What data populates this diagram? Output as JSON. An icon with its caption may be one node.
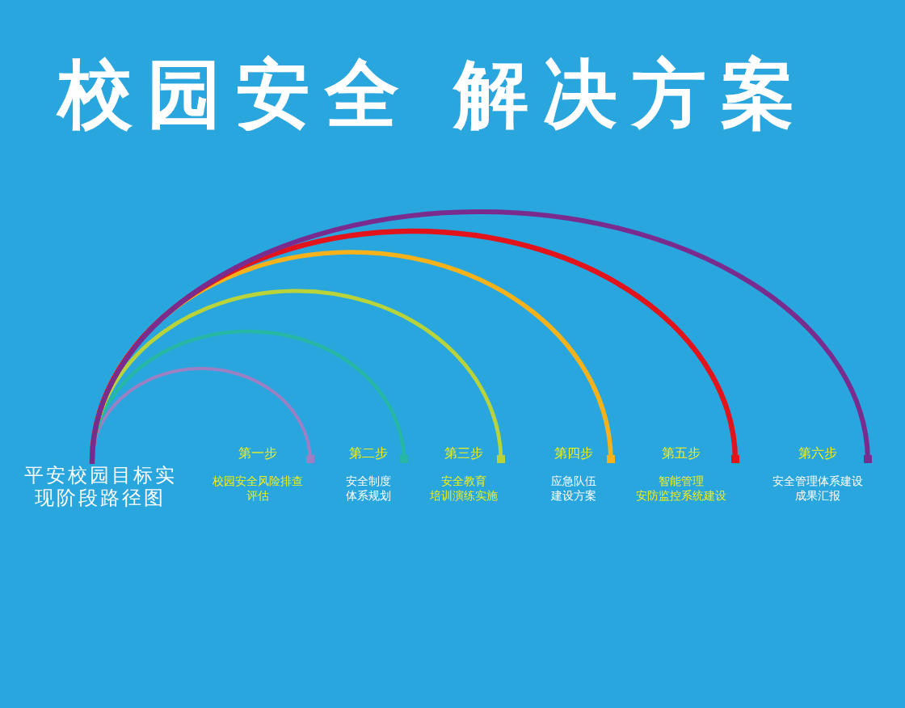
{
  "diagram": {
    "title": "校园安全 解决方案",
    "nodes": [
      {
        "text": [
          "平安校园目标实现阶段路径图"
        ]
      },
      {
        "text": [
          "第一步",
          "校园安全风险排查评估"
        ]
      },
      {
        "text": [
          "第二步",
          "安全制度",
          "体系规划"
        ]
      },
      {
        "text": [
          "第三步",
          "安全教育",
          "培训演练实施"
        ]
      },
      {
        "text": [
          "第四步",
          "应急队伍",
          "建设方案"
        ]
      },
      {
        "text": [
          "第五步",
          "智能管理",
          "安防监控系统建设"
        ]
      },
      {
        "text": [
          "第六步",
          "安全管理体系建设成果汇报"
        ]
      }
    ],
    "edges": [
      {
        "from": 0,
        "to": 1,
        "arrow": "other",
        "color": "#9d7fc4"
      },
      {
        "from": 0,
        "to": 2,
        "arrow": "other",
        "color": "#26b8a4"
      },
      {
        "from": 0,
        "to": 3,
        "arrow": "other",
        "color": "#b9d43a"
      },
      {
        "from": 0,
        "to": 4,
        "arrow": "other",
        "color": "#f6b21a"
      },
      {
        "from": 0,
        "to": 5,
        "arrow": "other",
        "color": "#e3131b"
      },
      {
        "from": 0,
        "to": 6,
        "arrow": "other",
        "color": "#7a2c8e"
      }
    ]
  }
}
